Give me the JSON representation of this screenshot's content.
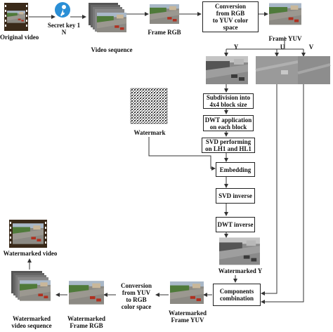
{
  "nodes": {
    "original_video": "Original video",
    "secret_key": "Secret key 1\nN",
    "video_sequence": "Video sequence",
    "frame_rgb": "Frame RGB",
    "conversion_rgb_yuv": "Conversion\nfrom RGB\nto YUV color\nspace",
    "frame_yuv": "Frame YUV",
    "channel_y": "Y",
    "channel_u": "U",
    "channel_v": "V",
    "subdivision": "Subdivision into\n4x4 block size",
    "dwt_application": "DWT application\non each block",
    "svd_performing": "SVD performing\non LH1 and HL1",
    "watermark": "Watermark",
    "embedding": "Embedding",
    "svd_inverse": "SVD inverse",
    "dwt_inverse": "DWT inverse",
    "watermarked_y": "Watermarked Y",
    "components_combination": "Components\ncombination",
    "watermarked_frame_yuv": "Watermarked\nFrame YUV",
    "conversion_yuv_rgb": "Conversion\nfrom YUV\nto RGB\ncolor space",
    "watermarked_frame_rgb": "Watermarked\nFrame RGB",
    "watermarked_video_sequence": "Watermarked\nvideo sequence",
    "watermarked_video": "Watermarked video"
  },
  "colors": {
    "line": "#333333",
    "key_icon": "#2a8fd6",
    "sky": "#a9b8c8",
    "grass": "#4f7a3a",
    "road": "#8c8a84",
    "car": "#b03020"
  },
  "icons": {
    "key": "key-icon",
    "film": "film-strip-icon",
    "noise": "watermark-noise-pattern"
  }
}
